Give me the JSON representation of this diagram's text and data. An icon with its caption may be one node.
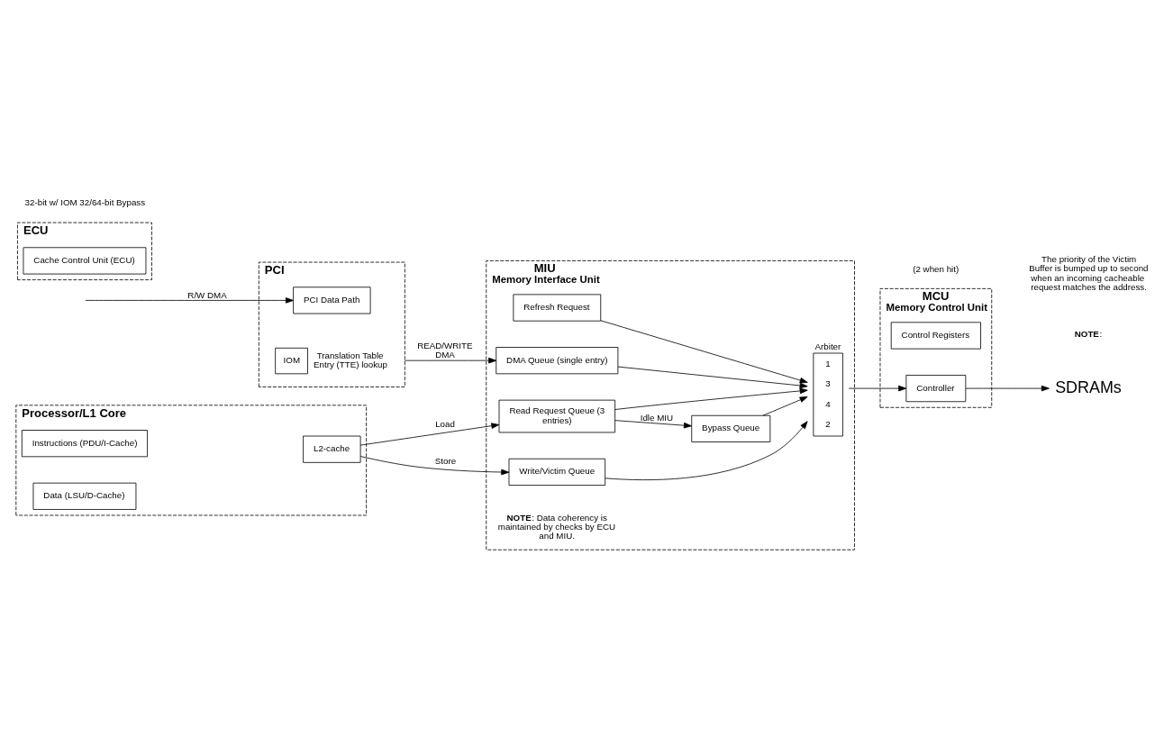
{
  "diagram": {
    "nodes": [
      {
        "text": [
          "Processor/L1 Core"
        ]
      },
      {
        "text": [
          "Instructions (PDU/I-Cache)"
        ],
        "in": 0
      },
      {
        "text": [
          "Data (LSU/D-Cache)"
        ],
        "in": 0
      },
      {
        "text": [
          "L2-cache"
        ],
        "in": 0
      },
      {
        "text": [
          "ECU"
        ]
      },
      {
        "text": [
          "Cache Control Unit (ECU)"
        ],
        "in": 4
      },
      {
        "text": [
          "MIU",
          "Memory Interface Unit"
        ]
      },
      {
        "text": [
          "Refresh Request"
        ],
        "in": 6
      },
      {
        "text": [
          "Read Request Queue (3 entries)"
        ],
        "in": 6
      },
      {
        "text": [
          "Bypass Queue"
        ],
        "in": 6
      },
      {
        "text": [
          "Write/Victim Queue"
        ],
        "in": 6
      },
      {
        "text": [
          "DMA Queue (single entry)"
        ],
        "in": 6
      },
      {
        "text": [
          "Arbiter",
          "1",
          "3",
          "4",
          "2"
        ],
        "in": 6
      },
      {
        "text": [
          "MCU",
          "Memory Control Unit"
        ]
      },
      {
        "text": [
          "Control Registers"
        ],
        "in": 13
      },
      {
        "text": [
          "Controller"
        ],
        "in": 13
      },
      {
        "text": [
          "SDRAMs"
        ]
      },
      {
        "text": [
          "PCI"
        ]
      },
      {
        "text": [
          "PCI Data Path"
        ],
        "in": 17
      },
      {
        "text": [
          "IOM"
        ],
        "in": 17,
        "beside": [
          "Translation Table Entry (TTE) lookup"
        ]
      }
    ],
    "edges": [
      {
        "from": 3,
        "to": 8,
        "arrow": "to",
        "label": "Load"
      },
      {
        "from": 3,
        "to": 10,
        "arrow": "to",
        "label": "Store"
      },
      {
        "from": 8,
        "to": 9,
        "arrow": "to",
        "label": "Idle MIU"
      },
      {
        "from": 7,
        "to": 12,
        "arrow": "to"
      },
      {
        "from": 8,
        "to": 12,
        "arrow": "to"
      },
      {
        "from": 9,
        "to": 12,
        "arrow": "to"
      },
      {
        "from": 10,
        "to": 12,
        "arrow": "to"
      },
      {
        "from": 11,
        "to": 12,
        "arrow": "to"
      },
      {
        "from": 12,
        "to": 15,
        "arrow": "to"
      },
      {
        "from": 15,
        "to": 16,
        "arrow": "to"
      },
      {
        "from": null,
        "to": 18,
        "arrow": "to",
        "label": "R/W DMA"
      },
      {
        "from": 17,
        "to": 11,
        "arrow": "to",
        "label": "READ/WRITE DMA"
      }
    ],
    "labels": [
      "32-bit w/ IOM 32/64-bit Bypass",
      "(2 when hit)",
      "**NOTE**: Data coherency is maintained by checks by ECU and MIU.",
      "**NOTE**:",
      "The priority of the Victim Buffer is bumped up to second when an incoming cacheable request matches the address."
    ]
  }
}
